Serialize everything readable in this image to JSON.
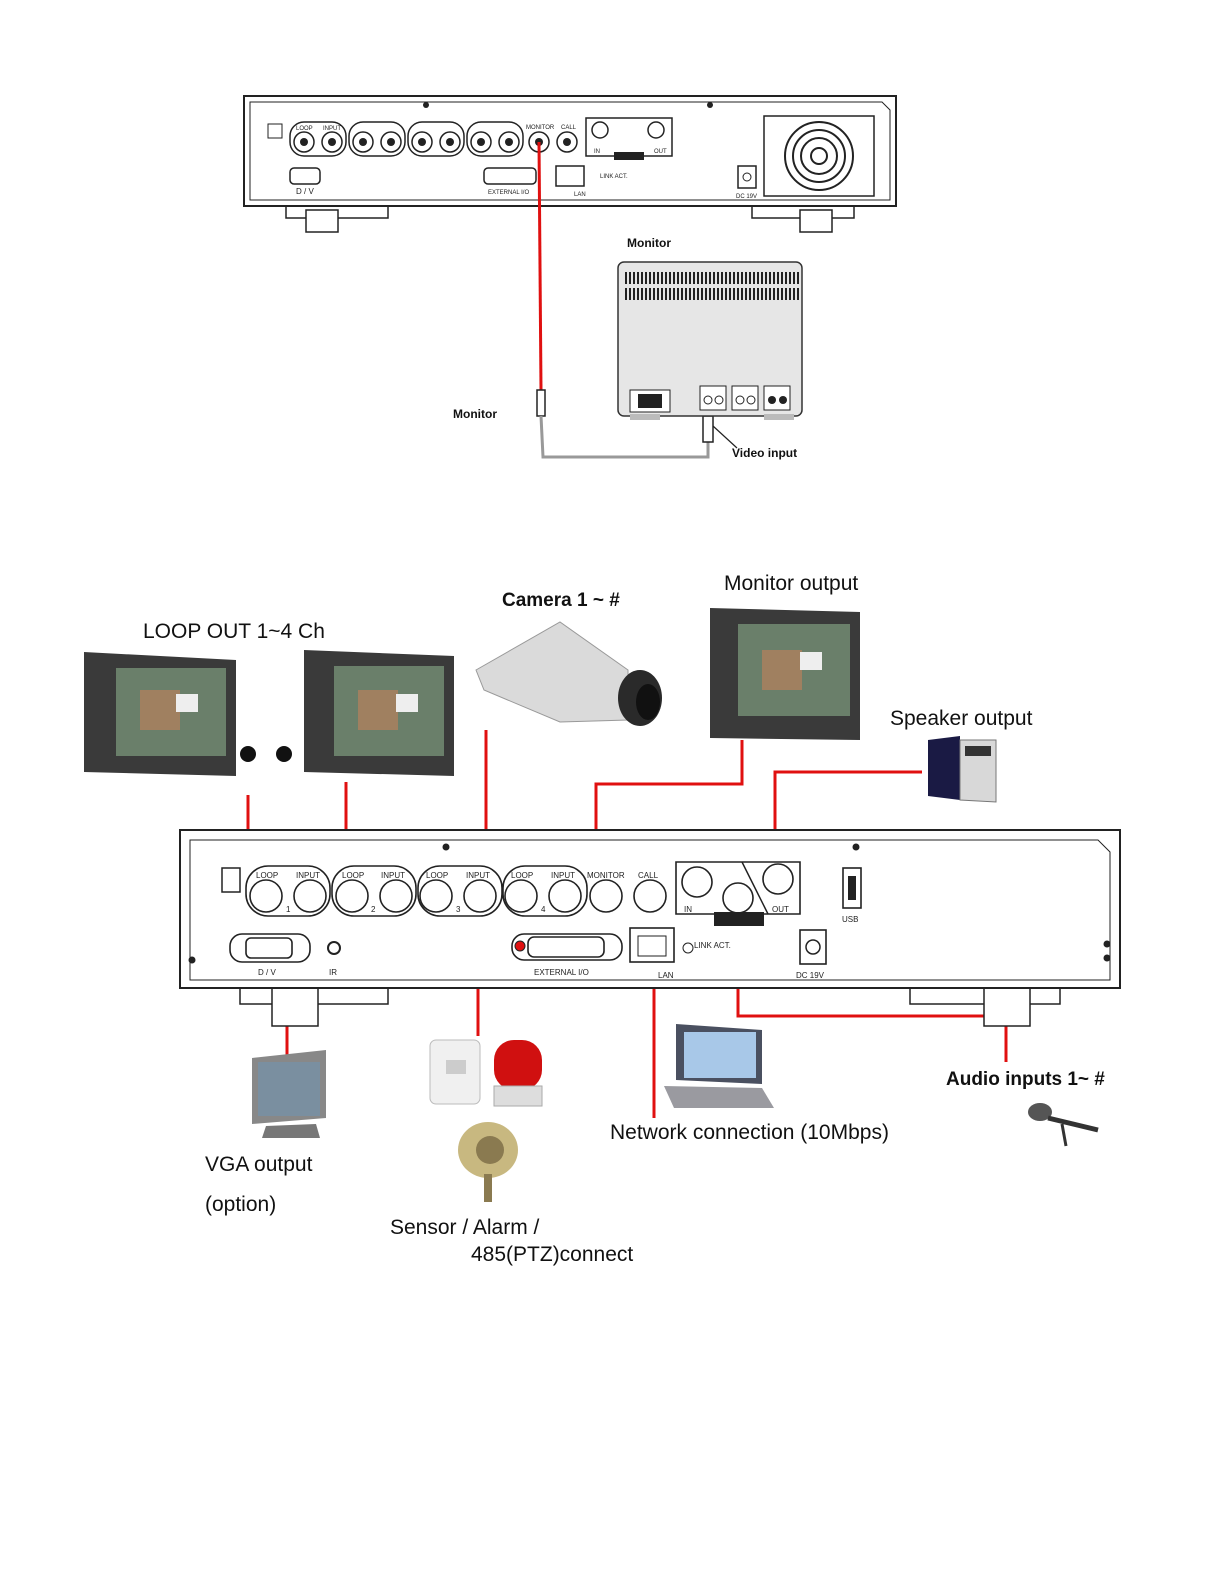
{
  "top_diagram": {
    "monitor_title": "Monitor",
    "cable_label": "Monitor",
    "video_input_label": "Video input",
    "dvr_ports": {
      "loop": "LOOP",
      "input": "INPUT",
      "monitor": "MONITOR",
      "call": "CALL",
      "in": "IN",
      "out": "OUT",
      "dv": "D / V",
      "external_io": "EXTERNAL I/O",
      "lan": "LAN",
      "link_act": "LINK ACT.",
      "dc": "DC 19V"
    }
  },
  "bottom_diagram": {
    "loop_out_label": "LOOP OUT  1~4 Ch",
    "camera_label": "Camera 1 ~ #",
    "monitor_output_label": "Monitor output",
    "speaker_output_label": "Speaker output",
    "vga_output_label": "VGA output",
    "vga_option_label": "(option)",
    "sensor_label_line1": "Sensor / Alarm /",
    "sensor_label_line2": "485(PTZ)connect",
    "network_label": "Network connection (10Mbps)",
    "audio_inputs_label": "Audio inputs 1~ #",
    "dvr_ports": {
      "loop": "LOOP",
      "input": "INPUT",
      "monitor": "MONITOR",
      "call": "CALL",
      "in": "IN",
      "out": "OUT",
      "usb": "USB",
      "dv": "D / V",
      "ir": "IR",
      "external_io": "EXTERNAL I/O",
      "lan": "LAN",
      "link_act": "LINK ACT.",
      "dc": "DC 19V",
      "ch1": "1",
      "ch2": "2",
      "ch3": "3",
      "ch4": "4"
    }
  },
  "colors": {
    "cable_red": "#e01010",
    "device_gray": "#dcdcdc",
    "outline": "#222222"
  }
}
